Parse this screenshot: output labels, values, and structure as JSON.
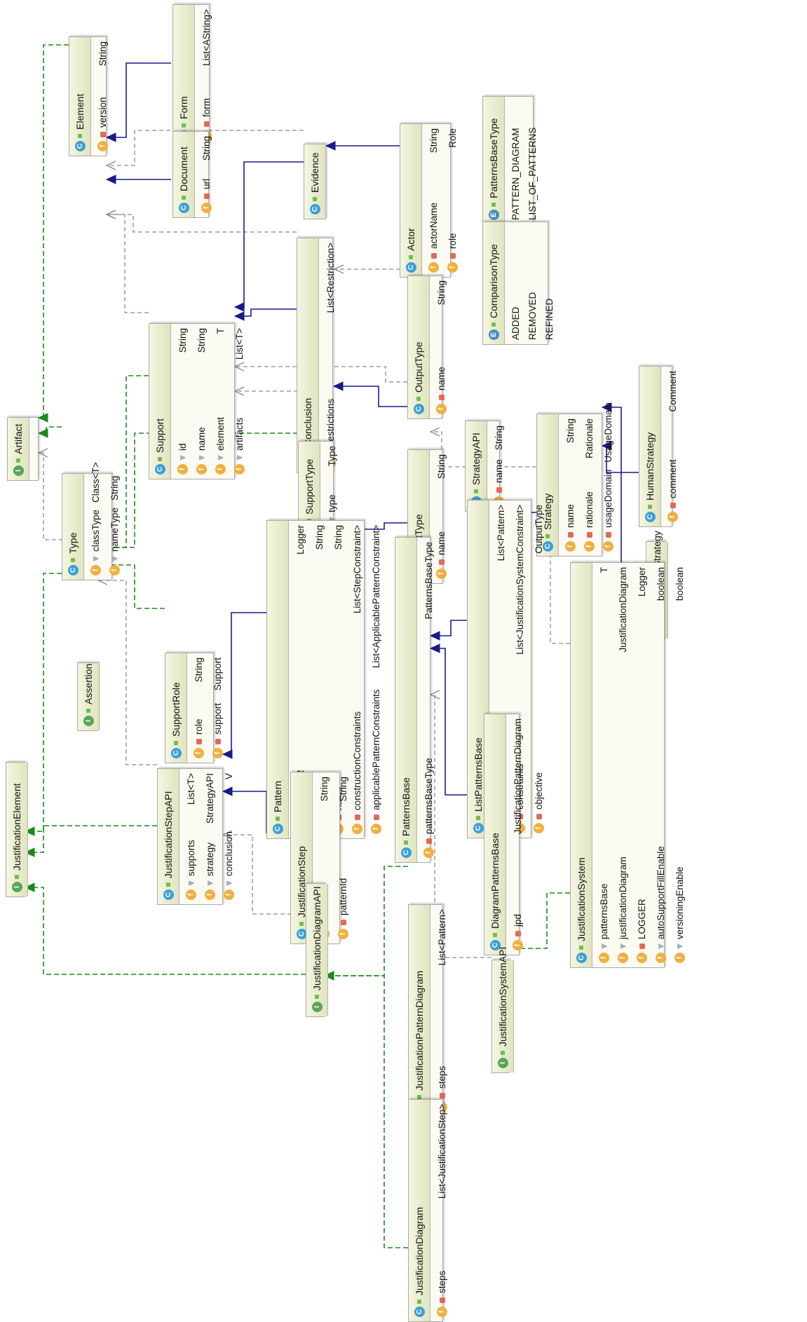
{
  "nodes": {
    "Artifact": {
      "kind": "interface",
      "name": "Artifact",
      "fields": []
    },
    "Type": {
      "kind": "class",
      "name": "Type",
      "fields": [
        {
          "name": "classType",
          "type": "Class<T>",
          "access": "default"
        },
        {
          "name": "nameType",
          "type": "String",
          "access": "default"
        }
      ]
    },
    "Element": {
      "kind": "class",
      "name": "Element",
      "fields": [
        {
          "name": "version",
          "type": "String",
          "access": "private"
        }
      ]
    },
    "Form": {
      "kind": "class",
      "name": "Form",
      "fields": [
        {
          "name": "form",
          "type": "List<AString>",
          "access": "private"
        }
      ]
    },
    "Document": {
      "kind": "class",
      "name": "Document",
      "fields": [
        {
          "name": "url",
          "type": "String",
          "access": "private"
        }
      ]
    },
    "Evidence": {
      "kind": "class",
      "name": "Evidence",
      "fields": []
    },
    "Actor": {
      "kind": "class",
      "name": "Actor",
      "fields": [
        {
          "name": "actorName",
          "type": "String",
          "access": "private"
        },
        {
          "name": "role",
          "type": "Role",
          "access": "private"
        }
      ]
    },
    "Support": {
      "kind": "class",
      "name": "Support",
      "fields": [
        {
          "name": "id",
          "type": "String",
          "access": "default"
        },
        {
          "name": "name",
          "type": "String",
          "access": "default"
        },
        {
          "name": "element",
          "type": "T",
          "access": "default"
        },
        {
          "name": "artifacts",
          "type": "List<T>",
          "access": "default"
        }
      ]
    },
    "Conclusion": {
      "kind": "class",
      "name": "Conclusion",
      "fields": [
        {
          "name": "restrictions",
          "type": "List<Restriction>",
          "access": "default"
        }
      ]
    },
    "OutputType": {
      "kind": "class",
      "name": "OutputType",
      "fields": [
        {
          "name": "name",
          "type": "String",
          "access": "private"
        }
      ]
    },
    "SupportType": {
      "kind": "class",
      "name": "SupportType",
      "fields": [
        {
          "name": "type",
          "type": "Type",
          "access": "default"
        }
      ]
    },
    "InputType": {
      "kind": "class",
      "name": "InputType",
      "fields": [
        {
          "name": "name",
          "type": "String",
          "access": "private"
        }
      ]
    },
    "StrategyAPI": {
      "kind": "class",
      "name": "StrategyAPI",
      "fields": [
        {
          "name": "name",
          "type": "String",
          "access": "private"
        }
      ]
    },
    "Strategy": {
      "kind": "class",
      "name": "Strategy",
      "fields": [
        {
          "name": "name",
          "type": "String",
          "access": "private"
        },
        {
          "name": "rationale",
          "type": "Rationale",
          "access": "private"
        },
        {
          "name": "usageDomain",
          "type": "UsageDomain",
          "access": "private"
        }
      ]
    },
    "HumanStrategy": {
      "kind": "class",
      "name": "HumanStrategy",
      "fields": [
        {
          "name": "comment",
          "type": "Comment",
          "access": "private"
        }
      ]
    },
    "ComputedStrategy": {
      "kind": "class",
      "name": "ComputedStrategy",
      "fields": []
    },
    "PatternsBaseType": {
      "kind": "enum",
      "name": "PatternsBaseType",
      "constants": [
        "PATTERN_DIAGRAM",
        "LIST_OF_PATTERNS"
      ]
    },
    "ComparisonType": {
      "kind": "enum",
      "name": "ComparisonType",
      "constants": [
        "ADDED",
        "REMOVED",
        "REFINED"
      ]
    },
    "Assertion": {
      "kind": "interface",
      "name": "Assertion",
      "fields": []
    },
    "SupportRole": {
      "kind": "class",
      "name": "SupportRole",
      "fields": [
        {
          "name": "role",
          "type": "String",
          "access": "private"
        },
        {
          "name": "support",
          "type": "Support",
          "access": "private"
        }
      ]
    },
    "Pattern": {
      "kind": "class",
      "name": "Pattern",
      "fields": [
        {
          "name": "LOGGER",
          "type": "Logger",
          "access": "static"
        },
        {
          "name": "id",
          "type": "String",
          "access": "private"
        },
        {
          "name": "name",
          "type": "String",
          "access": "private"
        },
        {
          "name": "constructionConstraints",
          "type": "List<StepConstraint>",
          "access": "private"
        },
        {
          "name": "applicablePatternConstraints",
          "type": "List<ApplicablePatternConstraint>",
          "access": "private"
        }
      ]
    },
    "PatternsBase": {
      "kind": "class",
      "name": "PatternsBase",
      "fields": [
        {
          "name": "patternsBaseType",
          "type": "PatternsBaseType",
          "access": "private"
        }
      ]
    },
    "ListPatternsBase": {
      "kind": "class",
      "name": "ListPatternsBase",
      "fields": [
        {
          "name": "patterns",
          "type": "List<Pattern>",
          "access": "private"
        },
        {
          "name": "constraints",
          "type": "List<JustificationSystemConstraint>",
          "access": "private"
        },
        {
          "name": "objective",
          "type": "OutputType",
          "access": "private"
        }
      ]
    },
    "JustificationSystem": {
      "kind": "class",
      "name": "JustificationSystem",
      "fields": [
        {
          "name": "patternsBase",
          "type": "T",
          "access": "default"
        },
        {
          "name": "justificationDiagram",
          "type": "JustificationDiagram",
          "access": "default"
        },
        {
          "name": "LOGGER",
          "type": "Logger",
          "access": "static"
        },
        {
          "name": "autoSupportFillEnable",
          "type": "boolean",
          "access": "default"
        },
        {
          "name": "versioningEnable",
          "type": "boolean",
          "access": "default"
        }
      ]
    },
    "JustificationStepAPI": {
      "kind": "class",
      "name": "JustificationStepAPI",
      "fields": [
        {
          "name": "supports",
          "type": "List<T>",
          "access": "default"
        },
        {
          "name": "strategy",
          "type": "StrategyAPI",
          "access": "default"
        },
        {
          "name": "conclusion",
          "type": "V",
          "access": "default"
        }
      ]
    },
    "JustificationStep": {
      "kind": "class",
      "name": "JustificationStep",
      "fields": [
        {
          "name": "id",
          "type": "String",
          "access": "private"
        },
        {
          "name": "patternId",
          "type": "String",
          "access": "private"
        }
      ]
    },
    "JustificationElement": {
      "kind": "interface",
      "name": "JustificationElement",
      "fields": []
    },
    "JustificationPatternDiagram": {
      "kind": "class",
      "name": "JustificationPatternDiagram",
      "fields": [
        {
          "name": "steps",
          "type": "List<Pattern>",
          "access": "private"
        }
      ]
    },
    "DiagramPatternsBase": {
      "kind": "class",
      "name": "DiagramPatternsBase",
      "fields": [
        {
          "name": "jpd",
          "type": "JustificationPatternDiagram",
          "access": "private"
        }
      ]
    },
    "JustificationDiagramAPI": {
      "kind": "interface",
      "name": "JustificationDiagramAPI",
      "fields": []
    },
    "JustificationSystemAPI": {
      "kind": "interface",
      "name": "JustificationSystemAPI",
      "fields": []
    },
    "JustificationDiagram": {
      "kind": "class",
      "name": "JustificationDiagram",
      "fields": [
        {
          "name": "steps",
          "type": "List<JustificationStep>",
          "access": "private"
        }
      ]
    }
  },
  "colors": {
    "extends": "#1a1a8c",
    "implements": "#1a8a1a",
    "dependency": "#8a8a8a"
  },
  "edges": [
    {
      "from": "Form",
      "to": "Element",
      "kind": "extends"
    },
    {
      "from": "Document",
      "to": "Element",
      "kind": "extends"
    },
    {
      "from": "Evidence",
      "to": "Element",
      "kind": "dependency"
    },
    {
      "from": "Conclusion",
      "to": "Element",
      "kind": "dependency"
    },
    {
      "from": "Support",
      "to": "Element",
      "kind": "dependency"
    },
    {
      "from": "Actor",
      "to": "Evidence",
      "kind": "extends"
    },
    {
      "from": "Evidence",
      "to": "Support",
      "kind": "extends"
    },
    {
      "from": "Conclusion",
      "to": "Support",
      "kind": "extends"
    },
    {
      "from": "OutputType",
      "to": "Conclusion",
      "kind": "dependency"
    },
    {
      "from": "InputType",
      "to": "SupportType",
      "kind": "extends"
    },
    {
      "from": "OutputType",
      "to": "SupportType",
      "kind": "extends"
    },
    {
      "from": "InputType",
      "to": "Support",
      "kind": "dependency"
    },
    {
      "from": "SupportType",
      "to": "Support",
      "kind": "dependency"
    },
    {
      "from": "Element",
      "to": "Artifact",
      "kind": "implements"
    },
    {
      "from": "Type",
      "to": "Artifact",
      "kind": "implements"
    },
    {
      "from": "Assertion",
      "to": "Artifact",
      "kind": "dependency"
    },
    {
      "from": "Support",
      "to": "Assertion",
      "kind": "implements"
    },
    {
      "from": "SupportType",
      "to": "Assertion",
      "kind": "implements"
    },
    {
      "from": "SupportRole",
      "to": "Assertion",
      "kind": "implements"
    },
    {
      "from": "JustificationStepAPI",
      "to": "Assertion",
      "kind": "dependency"
    },
    {
      "from": "Strategy",
      "to": "StrategyAPI",
      "kind": "extends"
    },
    {
      "from": "HumanStrategy",
      "to": "Strategy",
      "kind": "extends"
    },
    {
      "from": "ComputedStrategy",
      "to": "Strategy",
      "kind": "extends"
    },
    {
      "from": "ListPatternsBase",
      "to": "PatternsBase",
      "kind": "extends"
    },
    {
      "from": "DiagramPatternsBase",
      "to": "PatternsBase",
      "kind": "extends"
    },
    {
      "from": "JustificationSystem",
      "to": "ListPatternsBase",
      "kind": "dependency"
    },
    {
      "from": "JustificationSystemAPI",
      "to": "PatternsBase",
      "kind": "dependency"
    },
    {
      "from": "Pattern",
      "to": "JustificationStepAPI",
      "kind": "extends"
    },
    {
      "from": "JustificationStep",
      "to": "JustificationStepAPI",
      "kind": "extends"
    },
    {
      "from": "Assertion",
      "to": "JustificationElement",
      "kind": "implements"
    },
    {
      "from": "JustificationStepAPI",
      "to": "JustificationElement",
      "kind": "implements"
    },
    {
      "from": "JustificationDiagramAPI",
      "to": "JustificationElement",
      "kind": "implements"
    },
    {
      "from": "JustificationDiagramAPI",
      "to": "JustificationStepAPI",
      "kind": "dependency"
    },
    {
      "from": "JustificationPatternDiagram",
      "to": "JustificationDiagramAPI",
      "kind": "implements"
    },
    {
      "from": "JustificationDiagram",
      "to": "JustificationDiagramAPI",
      "kind": "implements"
    },
    {
      "from": "JustificationSystem",
      "to": "JustificationSystemAPI",
      "kind": "implements"
    }
  ]
}
